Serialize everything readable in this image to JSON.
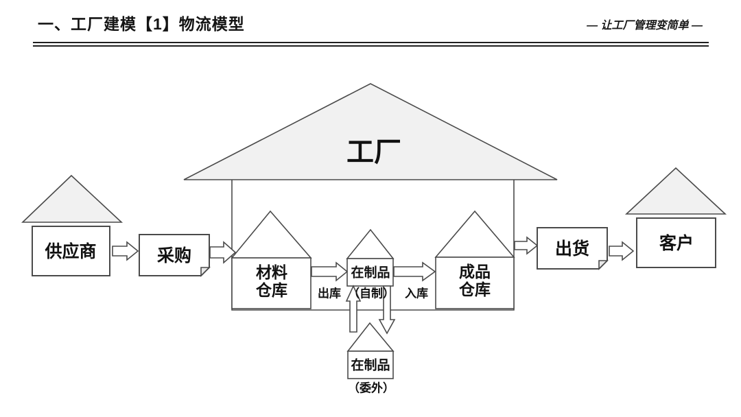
{
  "header": {
    "title": "一、工厂建模【1】物流模型",
    "slogan": "— 让工厂管理变简单 —"
  },
  "diagram": {
    "factory": {
      "label": "工厂"
    },
    "supplier": {
      "label": "供应商"
    },
    "purchase": {
      "label": "采购"
    },
    "material_warehouse": {
      "line1": "材料",
      "line2": "仓库"
    },
    "wip_inhouse": {
      "label": "在制品",
      "sublabel": "（自制）"
    },
    "finished_warehouse": {
      "line1": "成品",
      "line2": "仓库"
    },
    "shipment": {
      "label": "出货"
    },
    "customer": {
      "label": "客户"
    },
    "wip_outsourced": {
      "label": "在制品",
      "sublabel": "（委外）"
    },
    "flow": {
      "outbound": "出库",
      "inbound": "入库"
    }
  },
  "colors": {
    "roof_fill": "#f1f1f1",
    "line": "#4a4a4a",
    "text": "#111111",
    "background": "#ffffff"
  }
}
